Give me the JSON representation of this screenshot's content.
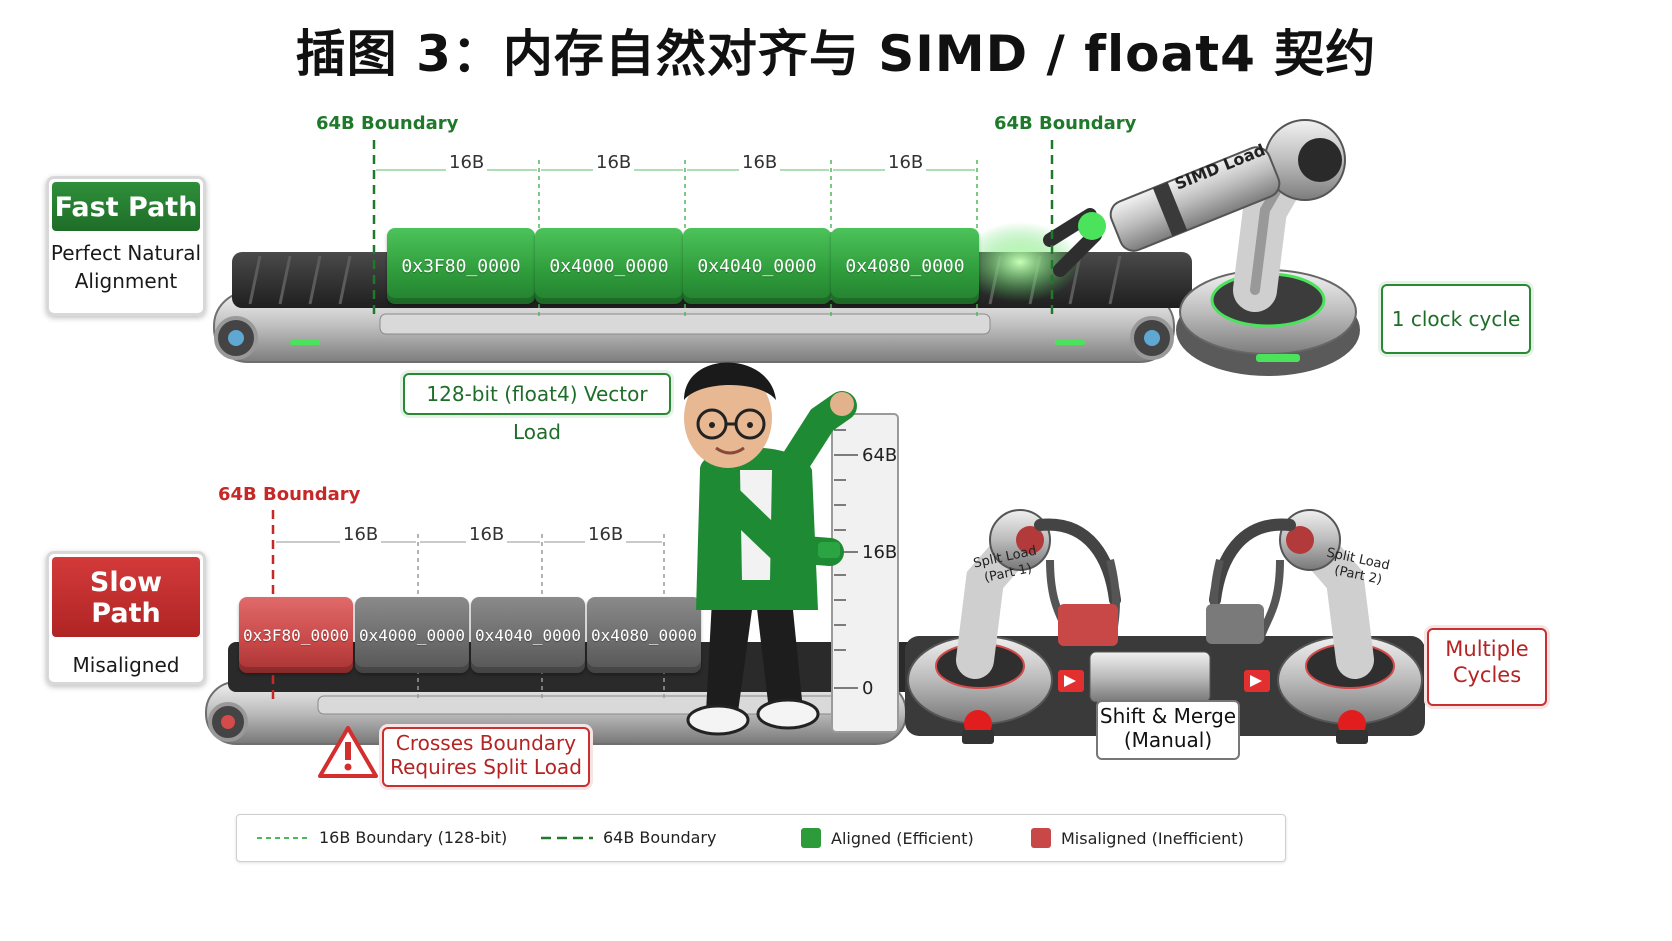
{
  "title": "插图 3：内存自然对齐与 SIMD / float4 契约",
  "colors": {
    "aligned": "#2e9b3b",
    "misaligned": "#c84848",
    "neutral": "#6b6b6b"
  },
  "fast_path": {
    "header": "Fast Path",
    "line1": "Perfect Natural",
    "line2": "Alignment",
    "boundary_left": "64B Boundary",
    "boundary_right": "64B Boundary",
    "segments": [
      "16B",
      "16B",
      "16B",
      "16B"
    ],
    "blocks": [
      "0x3F80_0000",
      "0x4000_0000",
      "0x4040_0000",
      "0x4080_0000"
    ],
    "robot_label": "SIMD Load",
    "vector_load_label": "128-bit (float4) Vector Load",
    "cycle_label": "1 clock cycle"
  },
  "ruler": {
    "top": "64B",
    "mid": "16B",
    "bottom": "0"
  },
  "slow_path": {
    "header": "Slow Path",
    "line1": "Misaligned",
    "boundary": "64B Boundary",
    "segments": [
      "16B",
      "16B",
      "16B"
    ],
    "blocks": [
      "0x3F80_0000",
      "0x4000_0000",
      "0x4040_0000",
      "0x4080_0000"
    ],
    "warning_line1": "Crosses Boundary",
    "warning_line2": "Requires Split Load",
    "robot1_line1": "Split Load",
    "robot1_line2": "(Part 1)",
    "robot2_line1": "Split Load",
    "robot2_line2": "(Part 2)",
    "merge_line1": "Shift & Merge",
    "merge_line2": "(Manual)",
    "cycles_line1": "Multiple",
    "cycles_line2": "Cycles"
  },
  "legend": {
    "item1": "16B Boundary (128-bit)",
    "item2": "64B Boundary",
    "item3": "Aligned (Efficient)",
    "item4": "Misaligned (Inefficient)"
  }
}
